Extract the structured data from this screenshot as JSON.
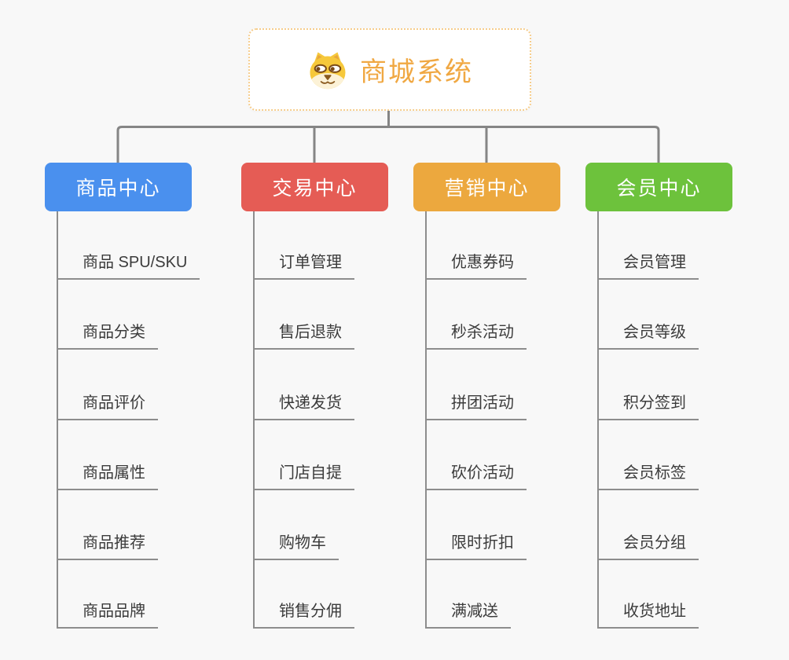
{
  "background": "#F8F8F8",
  "connector_color": "#858585",
  "line_color": "#8D8D8D",
  "root": {
    "title": "商城系统",
    "icon": "doge-icon",
    "title_color": "#F0A843",
    "border_color": "#F6CD8C"
  },
  "branches": [
    {
      "label": "商品中心",
      "color": "#4A90EE",
      "children": [
        "商品 SPU/SKU",
        "商品分类",
        "商品评价",
        "商品属性",
        "商品推荐",
        "商品品牌"
      ]
    },
    {
      "label": "交易中心",
      "color": "#E55C55",
      "children": [
        "订单管理",
        "售后退款",
        "快递发货",
        "门店自提",
        "购物车",
        "销售分佣"
      ]
    },
    {
      "label": "营销中心",
      "color": "#ECA83E",
      "children": [
        "优惠券码",
        "秒杀活动",
        "拼团活动",
        "砍价活动",
        "限时折扣",
        "满减送"
      ]
    },
    {
      "label": "会员中心",
      "color": "#6DC23C",
      "children": [
        "会员管理",
        "会员等级",
        "积分签到",
        "会员标签",
        "会员分组",
        "收货地址"
      ]
    }
  ]
}
